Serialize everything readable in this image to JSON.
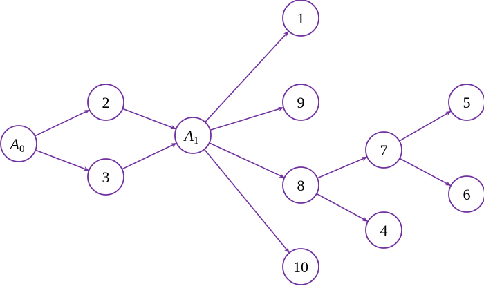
{
  "diagram": {
    "type": "directed-graph",
    "color": "#7030A0",
    "nodes": [
      {
        "id": "A0",
        "label": "A",
        "sub": "0"
      },
      {
        "id": "2",
        "label": "2"
      },
      {
        "id": "3",
        "label": "3"
      },
      {
        "id": "A1",
        "label": "A",
        "sub": "1"
      },
      {
        "id": "1",
        "label": "1"
      },
      {
        "id": "9",
        "label": "9"
      },
      {
        "id": "8",
        "label": "8"
      },
      {
        "id": "10",
        "label": "10"
      },
      {
        "id": "7",
        "label": "7"
      },
      {
        "id": "4",
        "label": "4"
      },
      {
        "id": "5",
        "label": "5"
      },
      {
        "id": "6",
        "label": "6"
      }
    ],
    "edges": [
      {
        "from": "A0",
        "to": "2"
      },
      {
        "from": "A0",
        "to": "3"
      },
      {
        "from": "2",
        "to": "A1"
      },
      {
        "from": "3",
        "to": "A1"
      },
      {
        "from": "A1",
        "to": "1"
      },
      {
        "from": "A1",
        "to": "9"
      },
      {
        "from": "A1",
        "to": "8"
      },
      {
        "from": "A1",
        "to": "10"
      },
      {
        "from": "8",
        "to": "7"
      },
      {
        "from": "8",
        "to": "4"
      },
      {
        "from": "7",
        "to": "5"
      },
      {
        "from": "7",
        "to": "6"
      }
    ]
  }
}
